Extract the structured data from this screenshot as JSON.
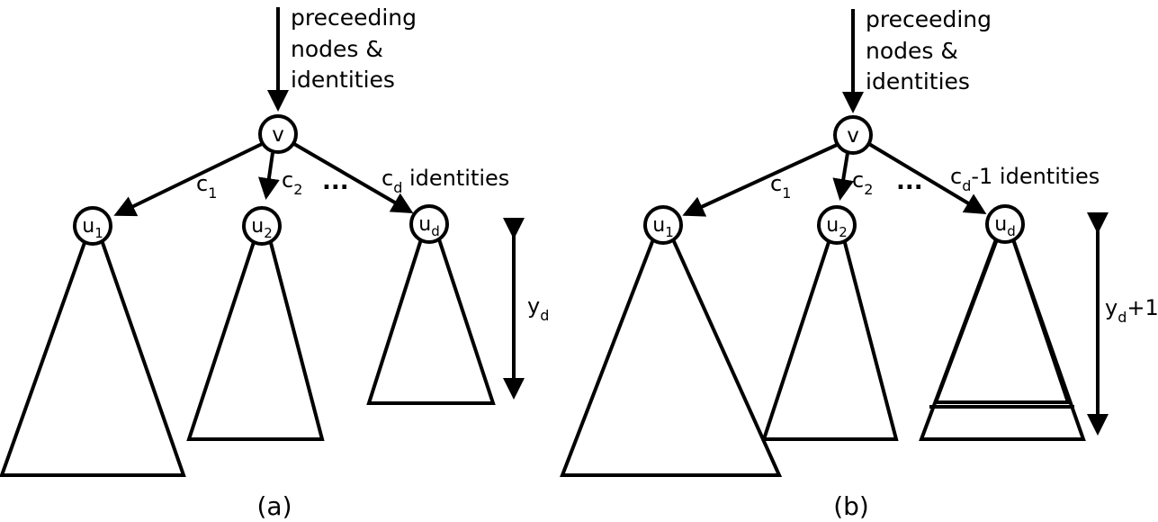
{
  "panels": [
    {
      "caption": "(a)",
      "incoming_lines": [
        "preceeding",
        "nodes &",
        "identities"
      ],
      "root": "v",
      "children": [
        {
          "base": "u",
          "sub": "1"
        },
        {
          "base": "u",
          "sub": "2"
        },
        {
          "base": "u",
          "sub": "d"
        }
      ],
      "edge_labels": [
        {
          "base": "c",
          "sub": "1",
          "suffix": ""
        },
        {
          "base": "c",
          "sub": "2",
          "suffix": ""
        },
        {
          "base": "c",
          "sub": "d",
          "suffix": " identities"
        }
      ],
      "ellipsis": "...",
      "height": {
        "base": "y",
        "sub": "d",
        "suffix": ""
      }
    },
    {
      "caption": "(b)",
      "incoming_lines": [
        "preceeding",
        "nodes &",
        "identities"
      ],
      "root": "v",
      "children": [
        {
          "base": "u",
          "sub": "1"
        },
        {
          "base": "u",
          "sub": "2"
        },
        {
          "base": "u",
          "sub": "d"
        }
      ],
      "edge_labels": [
        {
          "base": "c",
          "sub": "1",
          "suffix": ""
        },
        {
          "base": "c",
          "sub": "2",
          "suffix": ""
        },
        {
          "base": "c",
          "sub": "d",
          "suffix": "-1 identities"
        }
      ],
      "ellipsis": "...",
      "height": {
        "base": "y",
        "sub": "d",
        "suffix": "+1"
      }
    }
  ]
}
